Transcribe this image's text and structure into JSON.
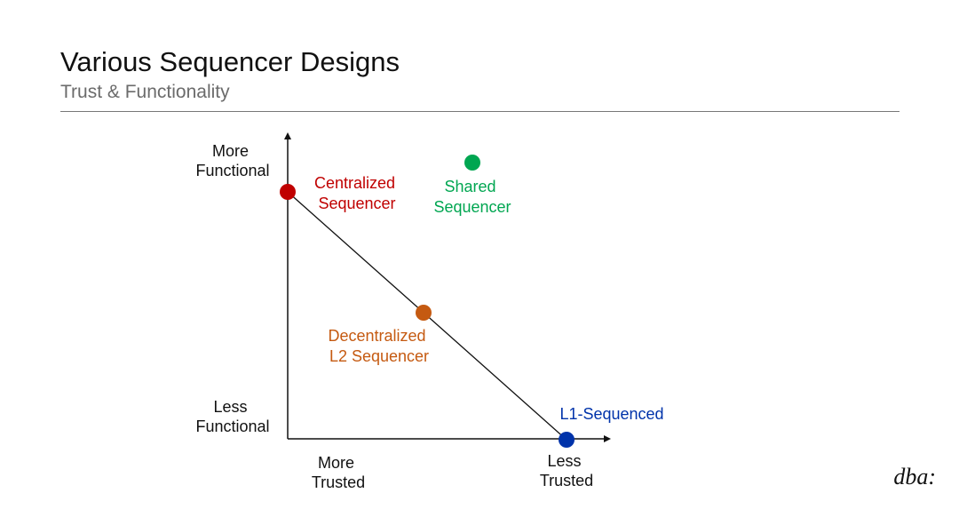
{
  "header": {
    "title": "Various Sequencer Designs",
    "subtitle": "Trust & Functionality"
  },
  "axes": {
    "y_top_label": [
      "More",
      "Functional"
    ],
    "y_bottom_label": [
      "Less",
      "Functional"
    ],
    "x_left_label": [
      "More",
      "Trusted"
    ],
    "x_right_label": [
      "Less",
      "Trusted"
    ]
  },
  "points": [
    {
      "id": "centralized",
      "label": [
        "Centralized",
        "Sequencer"
      ],
      "color": "#c00000"
    },
    {
      "id": "shared",
      "label": [
        "Shared",
        "Sequencer"
      ],
      "color": "#00a651"
    },
    {
      "id": "decentralized",
      "label": [
        "Decentralized",
        "L2 Sequencer"
      ],
      "color": "#c55a11"
    },
    {
      "id": "l1",
      "label": [
        "L1-Sequenced"
      ],
      "color": "#0033aa"
    }
  ],
  "brand": "dba:"
}
